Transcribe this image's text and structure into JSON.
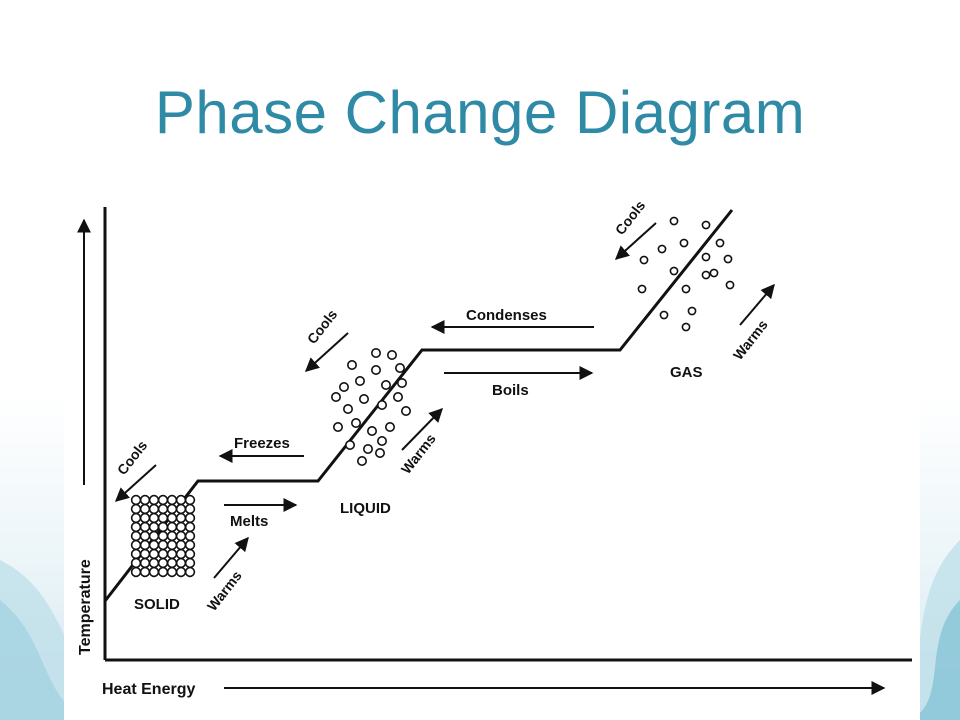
{
  "slide": {
    "title": "Phase Change Diagram"
  },
  "diagram": {
    "axes": {
      "y_label": "Temperature",
      "x_label": "Heat Energy"
    },
    "phases": {
      "solid": "SOLID",
      "liquid": "LIQUID",
      "gas": "GAS"
    },
    "transitions": {
      "melts": "Melts",
      "freezes": "Freezes",
      "boils": "Boils",
      "condenses": "Condenses"
    },
    "segment_labels": {
      "solid_warms": "Warms",
      "solid_cools": "Cools",
      "liquid_warms": "Warms",
      "liquid_cools": "Cools",
      "gas_warms": "Warms",
      "gas_cools": "Cools"
    },
    "colors": {
      "title": "#2f8aa6",
      "ink": "#111111",
      "accent_background": "#cfe6ee"
    }
  }
}
